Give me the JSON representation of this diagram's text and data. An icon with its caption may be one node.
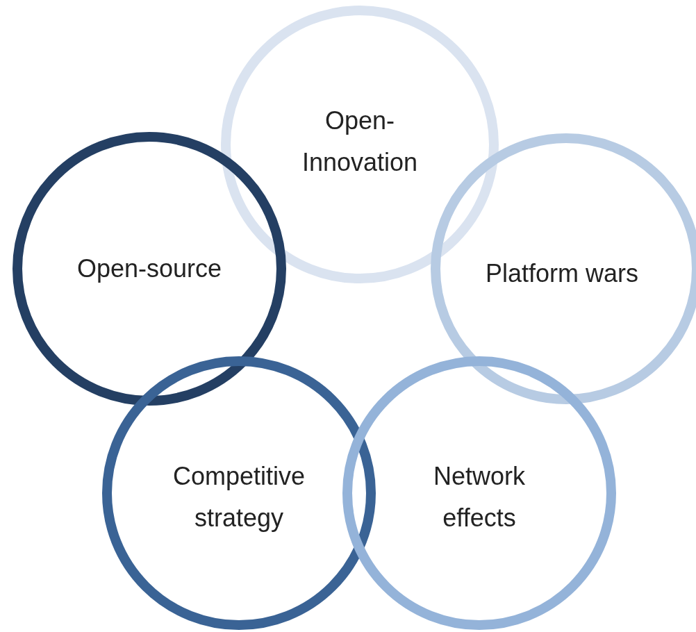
{
  "diagram": {
    "nodes": [
      {
        "text": [
          "Open-Innovation"
        ]
      },
      {
        "text": [
          "Open-source"
        ]
      },
      {
        "text": [
          "Platform wars"
        ]
      },
      {
        "text": [
          "Competitive strategy"
        ]
      },
      {
        "text": [
          "Network effects"
        ]
      }
    ]
  }
}
